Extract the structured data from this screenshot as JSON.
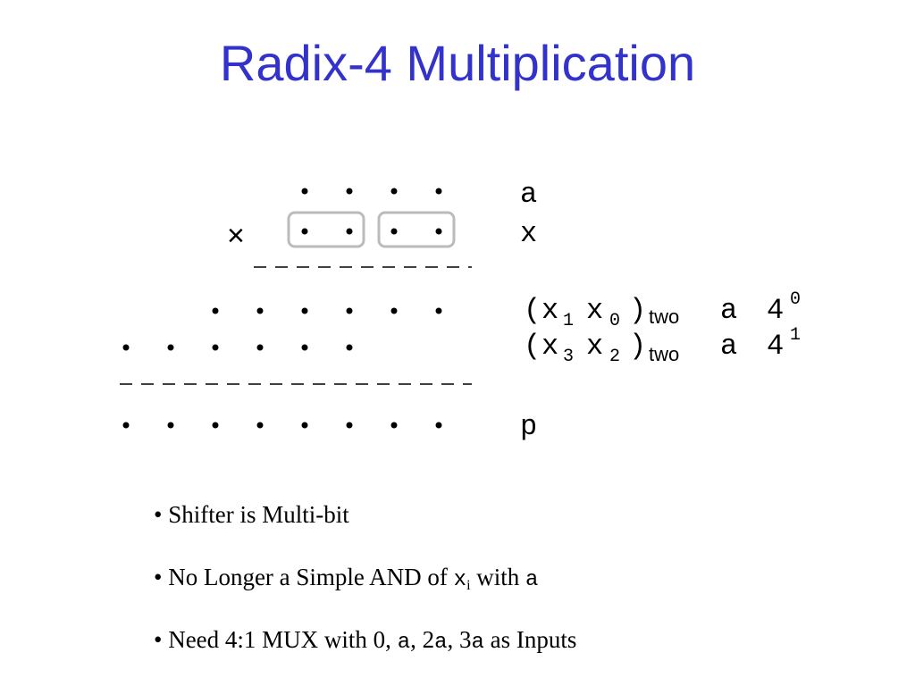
{
  "slide": {
    "title": "Radix-4 Multiplication",
    "title_color": "#3333cc"
  },
  "diagram": {
    "dot_glyph": "•",
    "line_glyph": "-",
    "times_symbol": "×",
    "rows": [
      {
        "label": "a"
      },
      {
        "label": "x"
      },
      {
        "partial_1": {
          "digit_a": "x",
          "sub_a": "1",
          "digit_b": "x",
          "sub_b": "0",
          "base": "two",
          "mult": "a",
          "radix": "4",
          "exp": "0"
        }
      },
      {
        "partial_2": {
          "digit_a": "x",
          "sub_a": "3",
          "digit_b": "x",
          "sub_b": "2",
          "base": "two",
          "mult": "a",
          "radix": "4",
          "exp": "1"
        }
      },
      {
        "label": "p"
      }
    ],
    "paren_open": "(",
    "paren_close": ")",
    "box_color": "#bbbbbb"
  },
  "bullets": {
    "b1": {
      "bullet": "•",
      "text": " Shifter is Multi-bit"
    },
    "b2": {
      "bullet": "•",
      "text_1": " No Longer a Simple AND of ",
      "code_x": "x",
      "sub_i": "i",
      "text_2": " with ",
      "code_a": "a"
    },
    "b3": {
      "bullet": "•",
      "text_1": " Need 4:1 MUX with 0, ",
      "code_a1": "a",
      "text_2": ", 2",
      "code_a2": "a",
      "text_3": ", 3",
      "code_a3": "a",
      "text_4": " as Inputs"
    }
  }
}
